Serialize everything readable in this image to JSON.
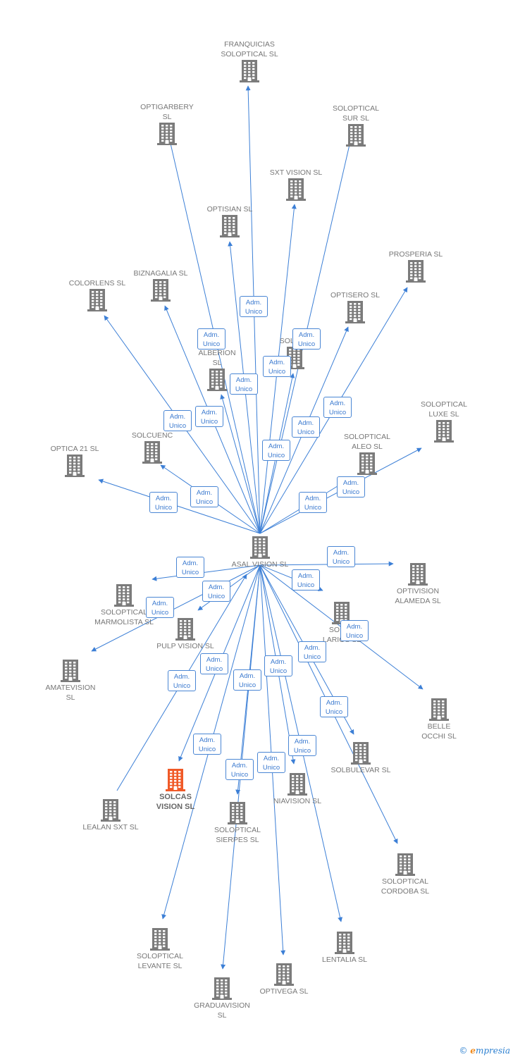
{
  "colors": {
    "edge": "#3c7fd6",
    "icon": "#7b7b7b",
    "active_icon": "#f05a28"
  },
  "center": {
    "name": "ASAL VISION  SL",
    "icon": "building-icon"
  },
  "edge_label": "Adm.\nUnico",
  "nodes": [
    {
      "id": "franquicias",
      "name": "FRANQUICIAS\nSOLOPTICAL SL",
      "icon": "building-icon"
    },
    {
      "id": "optigarbery",
      "name": "OPTIGARBERY\nSL",
      "icon": "building-icon"
    },
    {
      "id": "sur",
      "name": "SOLOPTICAL\nSUR SL",
      "icon": "building-icon"
    },
    {
      "id": "sxt",
      "name": "SXT VISION  SL",
      "icon": "building-icon"
    },
    {
      "id": "optisian",
      "name": "OPTISIAN SL",
      "icon": "building-icon"
    },
    {
      "id": "prosperia",
      "name": "PROSPERIA SL",
      "icon": "building-icon"
    },
    {
      "id": "colorlens",
      "name": "COLORLENS  SL",
      "icon": "building-icon"
    },
    {
      "id": "biznagalia",
      "name": "BIZNAGALIA  SL",
      "icon": "building-icon"
    },
    {
      "id": "optisero",
      "name": "OPTISERO SL",
      "icon": "building-icon"
    },
    {
      "id": "solber",
      "name": "SOLBER",
      "icon": "building-icon"
    },
    {
      "id": "alberion",
      "name": "ALBERION\nSL",
      "icon": "building-icon"
    },
    {
      "id": "luxe",
      "name": "SOLOPTICAL\nLUXE SL",
      "icon": "building-icon"
    },
    {
      "id": "solcuenca",
      "name": "SOLCUENC",
      "icon": "building-icon"
    },
    {
      "id": "aleo",
      "name": "SOLOPTICAL\nALEO SL",
      "icon": "building-icon"
    },
    {
      "id": "optica21",
      "name": "OPTICA 21 SL",
      "icon": "building-icon"
    },
    {
      "id": "alameda",
      "name": "OPTIVISION\nALAMEDA SL",
      "icon": "building-icon"
    },
    {
      "id": "marmolista",
      "name": "SOLOPTICAL\nMARMOLISTA SL",
      "icon": "building-icon"
    },
    {
      "id": "pulp",
      "name": "PULP VISION  SL",
      "icon": "building-icon"
    },
    {
      "id": "larios",
      "name": "SOLOP\nLARIOS SL",
      "icon": "building-icon"
    },
    {
      "id": "amatevision",
      "name": "AMATEVISION\nSL",
      "icon": "building-icon"
    },
    {
      "id": "belle",
      "name": "BELLE\nOCCHI  SL",
      "icon": "building-icon"
    },
    {
      "id": "solbulevar",
      "name": "SOLBULEVAR SL",
      "icon": "building-icon"
    },
    {
      "id": "solcas",
      "name": "SOLCAS\nVISION  SL",
      "icon": "building-icon",
      "active": true
    },
    {
      "id": "niavision",
      "name": "NIAVISION  SL",
      "icon": "building-icon"
    },
    {
      "id": "lealan",
      "name": "LEALAN SXT  SL",
      "icon": "building-icon"
    },
    {
      "id": "sierpes",
      "name": "SOLOPTICAL\nSIERPES SL",
      "icon": "building-icon"
    },
    {
      "id": "cordoba",
      "name": "SOLOPTICAL\nCORDOBA SL",
      "icon": "building-icon"
    },
    {
      "id": "levante",
      "name": "SOLOPTICAL\nLEVANTE SL",
      "icon": "building-icon"
    },
    {
      "id": "lentalia",
      "name": "LENTALIA SL",
      "icon": "building-icon"
    },
    {
      "id": "optivega",
      "name": "OPTIVEGA SL",
      "icon": "building-icon"
    },
    {
      "id": "graduavision",
      "name": "GRADUAVISION\nSL",
      "icon": "building-icon"
    }
  ],
  "footer": {
    "copyright": "©",
    "brand_initial": "e",
    "brand_rest": "mpresia"
  }
}
